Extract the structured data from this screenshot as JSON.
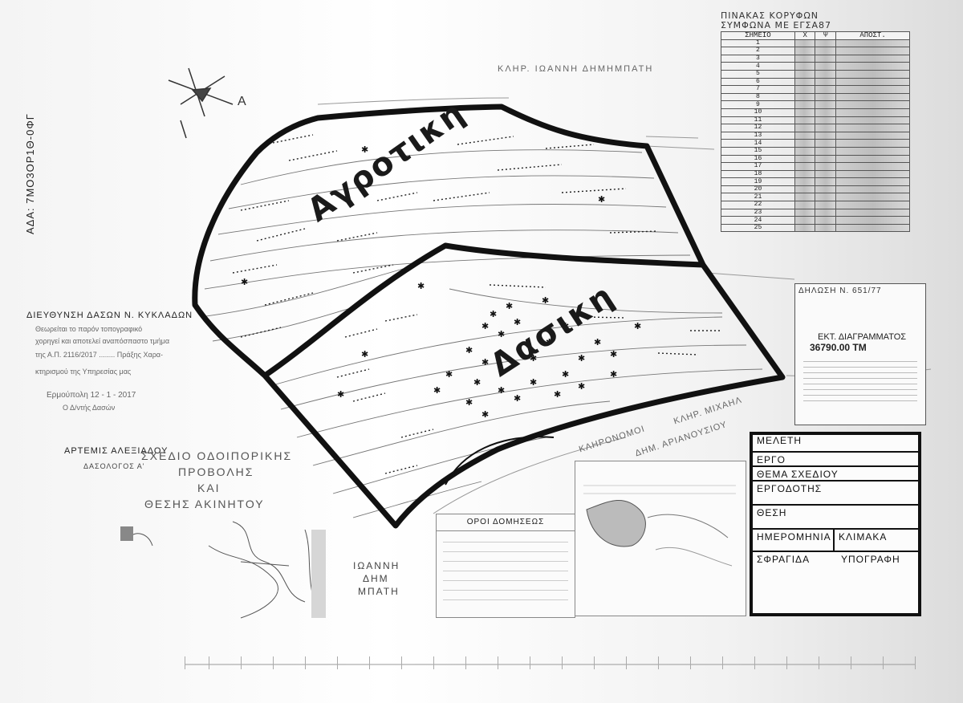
{
  "margin_code": "ΑΔΑ: 7ΜΟ3ΟΡ1Θ-0ΦΓ",
  "north_mark": "Α",
  "coords_table": {
    "caption_line1": "ΠΙΝΑΚΑΣ ΚΟΡΥΦΩΝ",
    "caption_line2": "ΣΥΜΦΩΝΑ ΜΕ ΕΓΣΑ87",
    "headers": [
      "ΣΗΜΕΙΟ",
      "X",
      "Ψ",
      "ΑΠΟΣΤ."
    ],
    "rows": [
      "1",
      "2",
      "3",
      "4",
      "5",
      "6",
      "7",
      "8",
      "9",
      "10",
      "11",
      "12",
      "13",
      "14",
      "15",
      "16",
      "17",
      "18",
      "19",
      "20",
      "21",
      "22",
      "23",
      "24",
      "25"
    ]
  },
  "owner_top": "ΚΛΗΡ. ΙΩΑΝΝΗ ΔΗΜΗΜΠΑΤΗ",
  "owner_bottom_left_line1": "ΙΩΑΝΝΗ",
  "owner_bottom_left_line2": "ΔΗΜ",
  "owner_bottom_left_line3": "ΜΠΑΤΗ",
  "owner_right_line1": "ΚΛΗΡ. ΜΙΧΑΗΛ",
  "owner_right_line2": "ΚΛΗΡΟΝΟΜΟΙ",
  "owner_right_line3": "ΔΗΜ. ΑΡΙΑΝΟΥΣΙΟΥ",
  "zone_agri": "Αγροτικη",
  "zone_forest": "Δασικη",
  "forest_directorate": "ΔΙΕΥΘΥΝΣΗ ΔΑΣΩΝ Ν. ΚΥΚΛΑΔΩΝ",
  "stamp_line1": "Θεωρείται το παρόν τοπογραφικό",
  "stamp_line2": "χορηγεί και αποτελεί αναπόσπαστο τμήμα",
  "stamp_line3": "της Α.Π. 2116/2017 ........ Πράξης Χαρα-",
  "stamp_line4": "κτηρισμού της Υπηρεσίας μας",
  "stamp_place_date": "Ερμούπολη 12 - 1 - 2017",
  "stamp_role": "Ο Δ/ντής Δασών",
  "forester_name": "ΑΡΤΕΜΙΣ ΑΛΕΞΙΑΔΟΥ",
  "forester_title": "ΔΑΣΟΛΟΓΟΣ Α'",
  "plan_title_line1": "ΣΧΕΔΙΟ ΟΔΟΙΠΟΡΙΚΗΣ",
  "plan_title_line2": "ΠΡΟΒΟΛΗΣ",
  "plan_title_line3": "ΚΑΙ",
  "plan_title_line4": "ΘΕΣΗΣ ΑΚΙΝΗΤΟΥ",
  "declaration": {
    "title": "ΔΗΛΩΣΗ Ν. 651/77",
    "area_label": "ΕΚΤ. ΔΙΑΓΡΑΜΜΑΤΟΣ",
    "area_value": "36790.00 ΤΜ"
  },
  "building_terms_title": "ΟΡΟΙ ΔΟΜΗΣΕΩΣ",
  "title_block": {
    "study": "ΜΕΛΕΤΗ",
    "project": "ΕΡΓΟ",
    "subject": "ΘΕΜΑ ΣΧΕΔΙΟΥ",
    "owner": "ΕΡΓΟΔΟΤΗΣ",
    "location": "ΘΕΣΗ",
    "date": "ΗΜΕΡΟΜΗΝΙΑ",
    "scale": "ΚΛΙΜΑΚΑ",
    "seal": "ΣΦΡΑΓΙΔΑ",
    "signature": "ΥΠΟΓΡΑΦΗ"
  },
  "colors": {
    "ink": "#111111",
    "paper": "#ffffff",
    "shade": "#c9c9c9"
  }
}
